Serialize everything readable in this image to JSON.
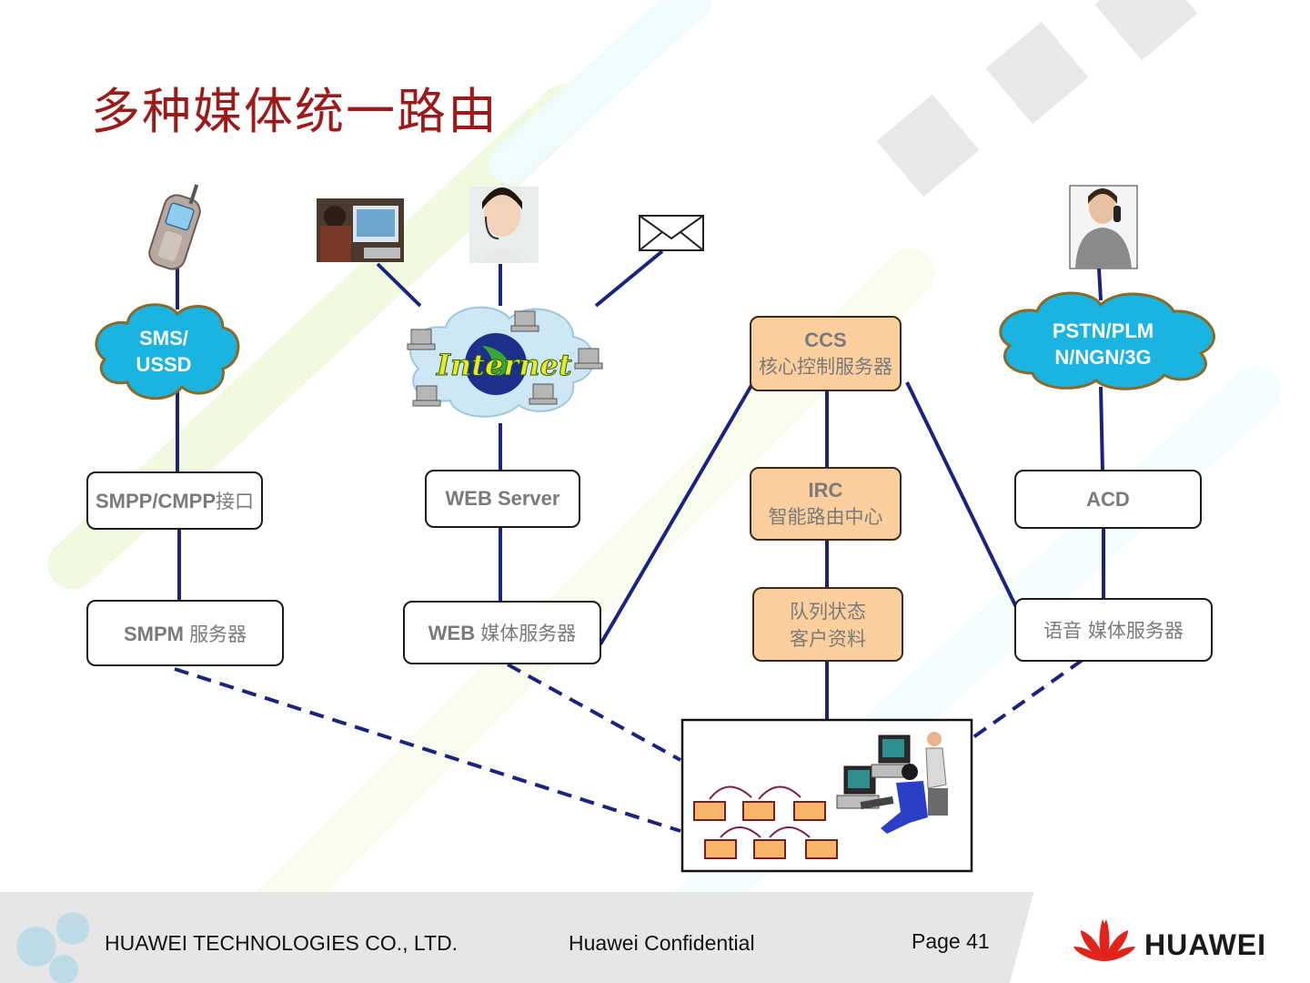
{
  "slide": {
    "title": "多种媒体统一路由"
  },
  "clouds": {
    "sms_line1": "SMS/",
    "sms_line2": "USSD",
    "internet": "Internet",
    "pstn_line1": "PSTN/PLM",
    "pstn_line2": "N/NGN/3G"
  },
  "boxes": {
    "smpp": {
      "latin": "SMPP/CMPP",
      "cn": "接口"
    },
    "web_server": {
      "latin": "WEB Server"
    },
    "acd": {
      "latin": "ACD"
    },
    "smpm": {
      "latin": "SMPM",
      "cn": "服务器"
    },
    "web_media": {
      "latin": "WEB",
      "cn": "媒体服务器"
    },
    "voice_media": {
      "cn": "语音 媒体服务器"
    },
    "ccs": {
      "line1": "CCS",
      "line2": "核心控制服务器"
    },
    "irc": {
      "line1": "IRC",
      "line2": "智能路由中心"
    },
    "queue": {
      "line1": "队列状态",
      "line2": "客户资料"
    }
  },
  "footer": {
    "company": "HUAWEI TECHNOLOGIES CO., LTD.",
    "confidential": "Huawei Confidential",
    "page": "Page 41",
    "brand": "HUAWEI"
  },
  "colors": {
    "title": "#9b1b1b",
    "connector": "#1a237e",
    "cloud_fill": "#1bb4e0",
    "orange_box": "#fbcf9d",
    "logo_red": "#e2231a"
  }
}
